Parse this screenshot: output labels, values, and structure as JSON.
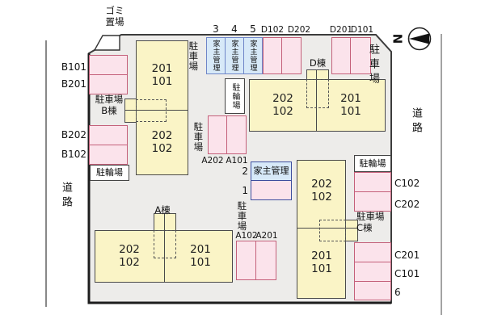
{
  "colors": {
    "site_fill": "#edecea",
    "boundary": "#3c3c3c",
    "building_fill": "#faf4c6",
    "building_border": "#4a4a4a",
    "stall_pink": "#fbe3eb",
    "stall_pink_border": "#c4607a",
    "stall_blue": "#d7e9f8",
    "stall_blue_border": "#6f86c8",
    "managed_border": "#3d4e9e"
  },
  "roads": {
    "left": "道路",
    "right": "道路"
  },
  "compass": {
    "north": "N"
  },
  "areas": {
    "garbage": "ゴミ\n置場",
    "parking": "駐車場",
    "bicycle": "駐輪場",
    "owner_managed": "家主管理",
    "b_block": "駐車場\nB棟",
    "c_block": "駐車場\nC棟"
  },
  "buildings": {
    "a": {
      "name": "A棟",
      "left_units": "202\n102",
      "right_units": "201\n101"
    },
    "d": {
      "name": "D棟",
      "left_units": "202\n102",
      "right_units": "201\n101"
    },
    "b": {
      "top_units": "201\n101",
      "bottom_units": "202\n102"
    },
    "c": {
      "top_units": "202\n102",
      "bottom_units": "201\n101"
    }
  },
  "stalls": {
    "b101": "B101",
    "b201": "B201",
    "b202": "B202",
    "b102": "B102",
    "no3": "3",
    "no4": "4",
    "no5": "5",
    "d102": "D102",
    "d202": "D202",
    "d201": "D201",
    "d101": "D101",
    "a202": "A202",
    "a101": "A101",
    "no2": "2",
    "no1": "1",
    "a102": "A102",
    "a201": "A201",
    "c102": "C102",
    "c202": "C202",
    "c201": "C201",
    "c101": "C101",
    "no6": "6"
  }
}
